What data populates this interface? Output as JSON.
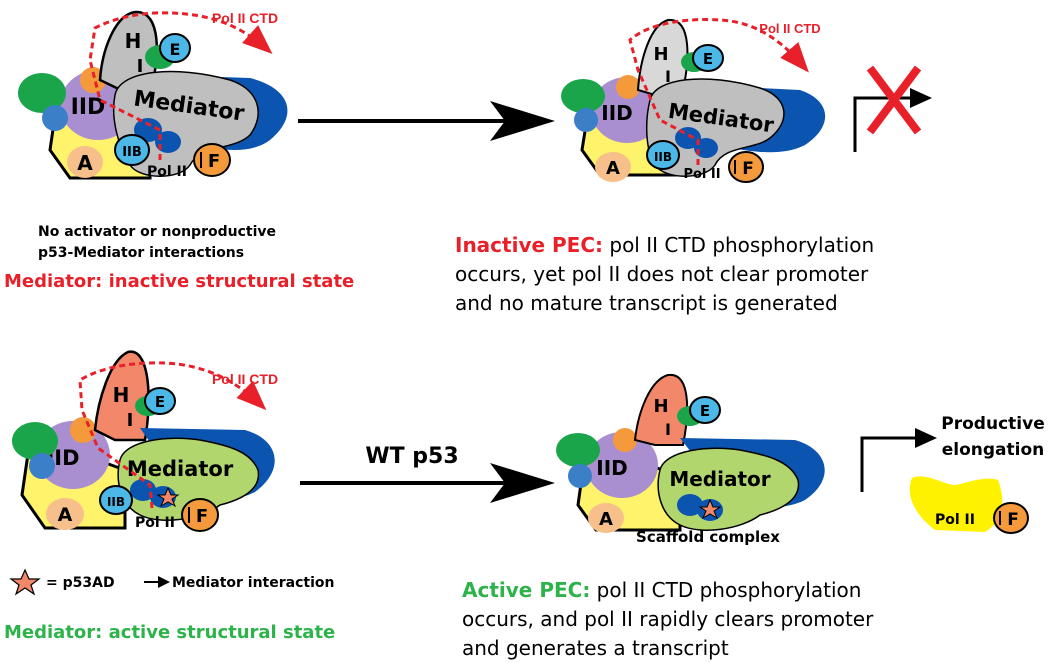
{
  "labels": {
    "mediator": "Mediator",
    "iid": "IID",
    "iib": "IIB",
    "a": "A",
    "f": "F",
    "e": "E",
    "h": "H",
    "i": "I",
    "pol2": "Pol II",
    "pol2_ctd": "Pol II CTD",
    "wt_p53": "WT p53",
    "scaffold": "Scaffold complex",
    "productive_1": "Productive",
    "productive_2": "elongation"
  },
  "captions": {
    "no_activator_1": "No activator or nonproductive",
    "no_activator_2": "p53-Mediator interactions",
    "mediator_inactive": "Mediator: inactive structural state",
    "inactive_pec_title": "Inactive PEC:",
    "inactive_pec_1": " pol II CTD phosphorylation",
    "inactive_pec_2": "occurs, yet pol II does not clear promoter",
    "inactive_pec_3": "and no mature transcript is generated",
    "legend_eq": "= p53AD",
    "legend_interaction": "Mediator interaction",
    "mediator_active": "Mediator: active structural state",
    "active_pec_title": "Active PEC:",
    "active_pec_1": " pol II CTD phosphorylation",
    "active_pec_2": "occurs, and pol II rapidly clears promoter",
    "active_pec_3": "and generates a transcript"
  },
  "colors": {
    "red": "#e8202a",
    "green": "#2db34a",
    "mediator_inactive": "#bfbfbf",
    "mediator_active": "#b2d66e",
    "pol2_blue": "#0b55b0",
    "yellow": "#fff36b",
    "iid_purple": "#a98fcf",
    "orange": "#f59a3c",
    "peach": "#f7c08a",
    "light_blue": "#4bb8e8",
    "salmon": "#f2876a",
    "dark_green": "#1aa54a"
  }
}
